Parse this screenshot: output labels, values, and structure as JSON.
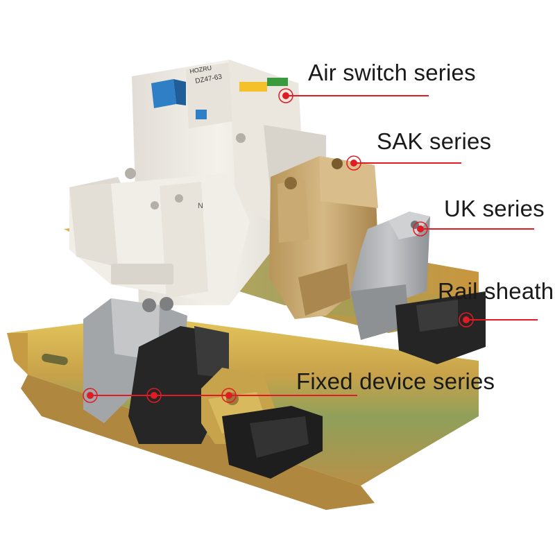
{
  "labels": {
    "air_switch": "Air switch series",
    "sak": "SAK series",
    "uk": "UK series",
    "rail_sheath": "Rail sheath",
    "fixed_device": "Fixed device series"
  },
  "product_text": {
    "brand": "HOZRU",
    "breaker_model": "DZ47-63",
    "n_mark": "N"
  },
  "colors": {
    "marker": "#e01b24",
    "breaker_body": "#efebe3",
    "sak_block": "#c9ab72",
    "uk_block": "#b9bbbd",
    "rail_sheath": "#1e1e1e",
    "din_rail": "#c9a74a",
    "fixed_block": "#222222"
  }
}
